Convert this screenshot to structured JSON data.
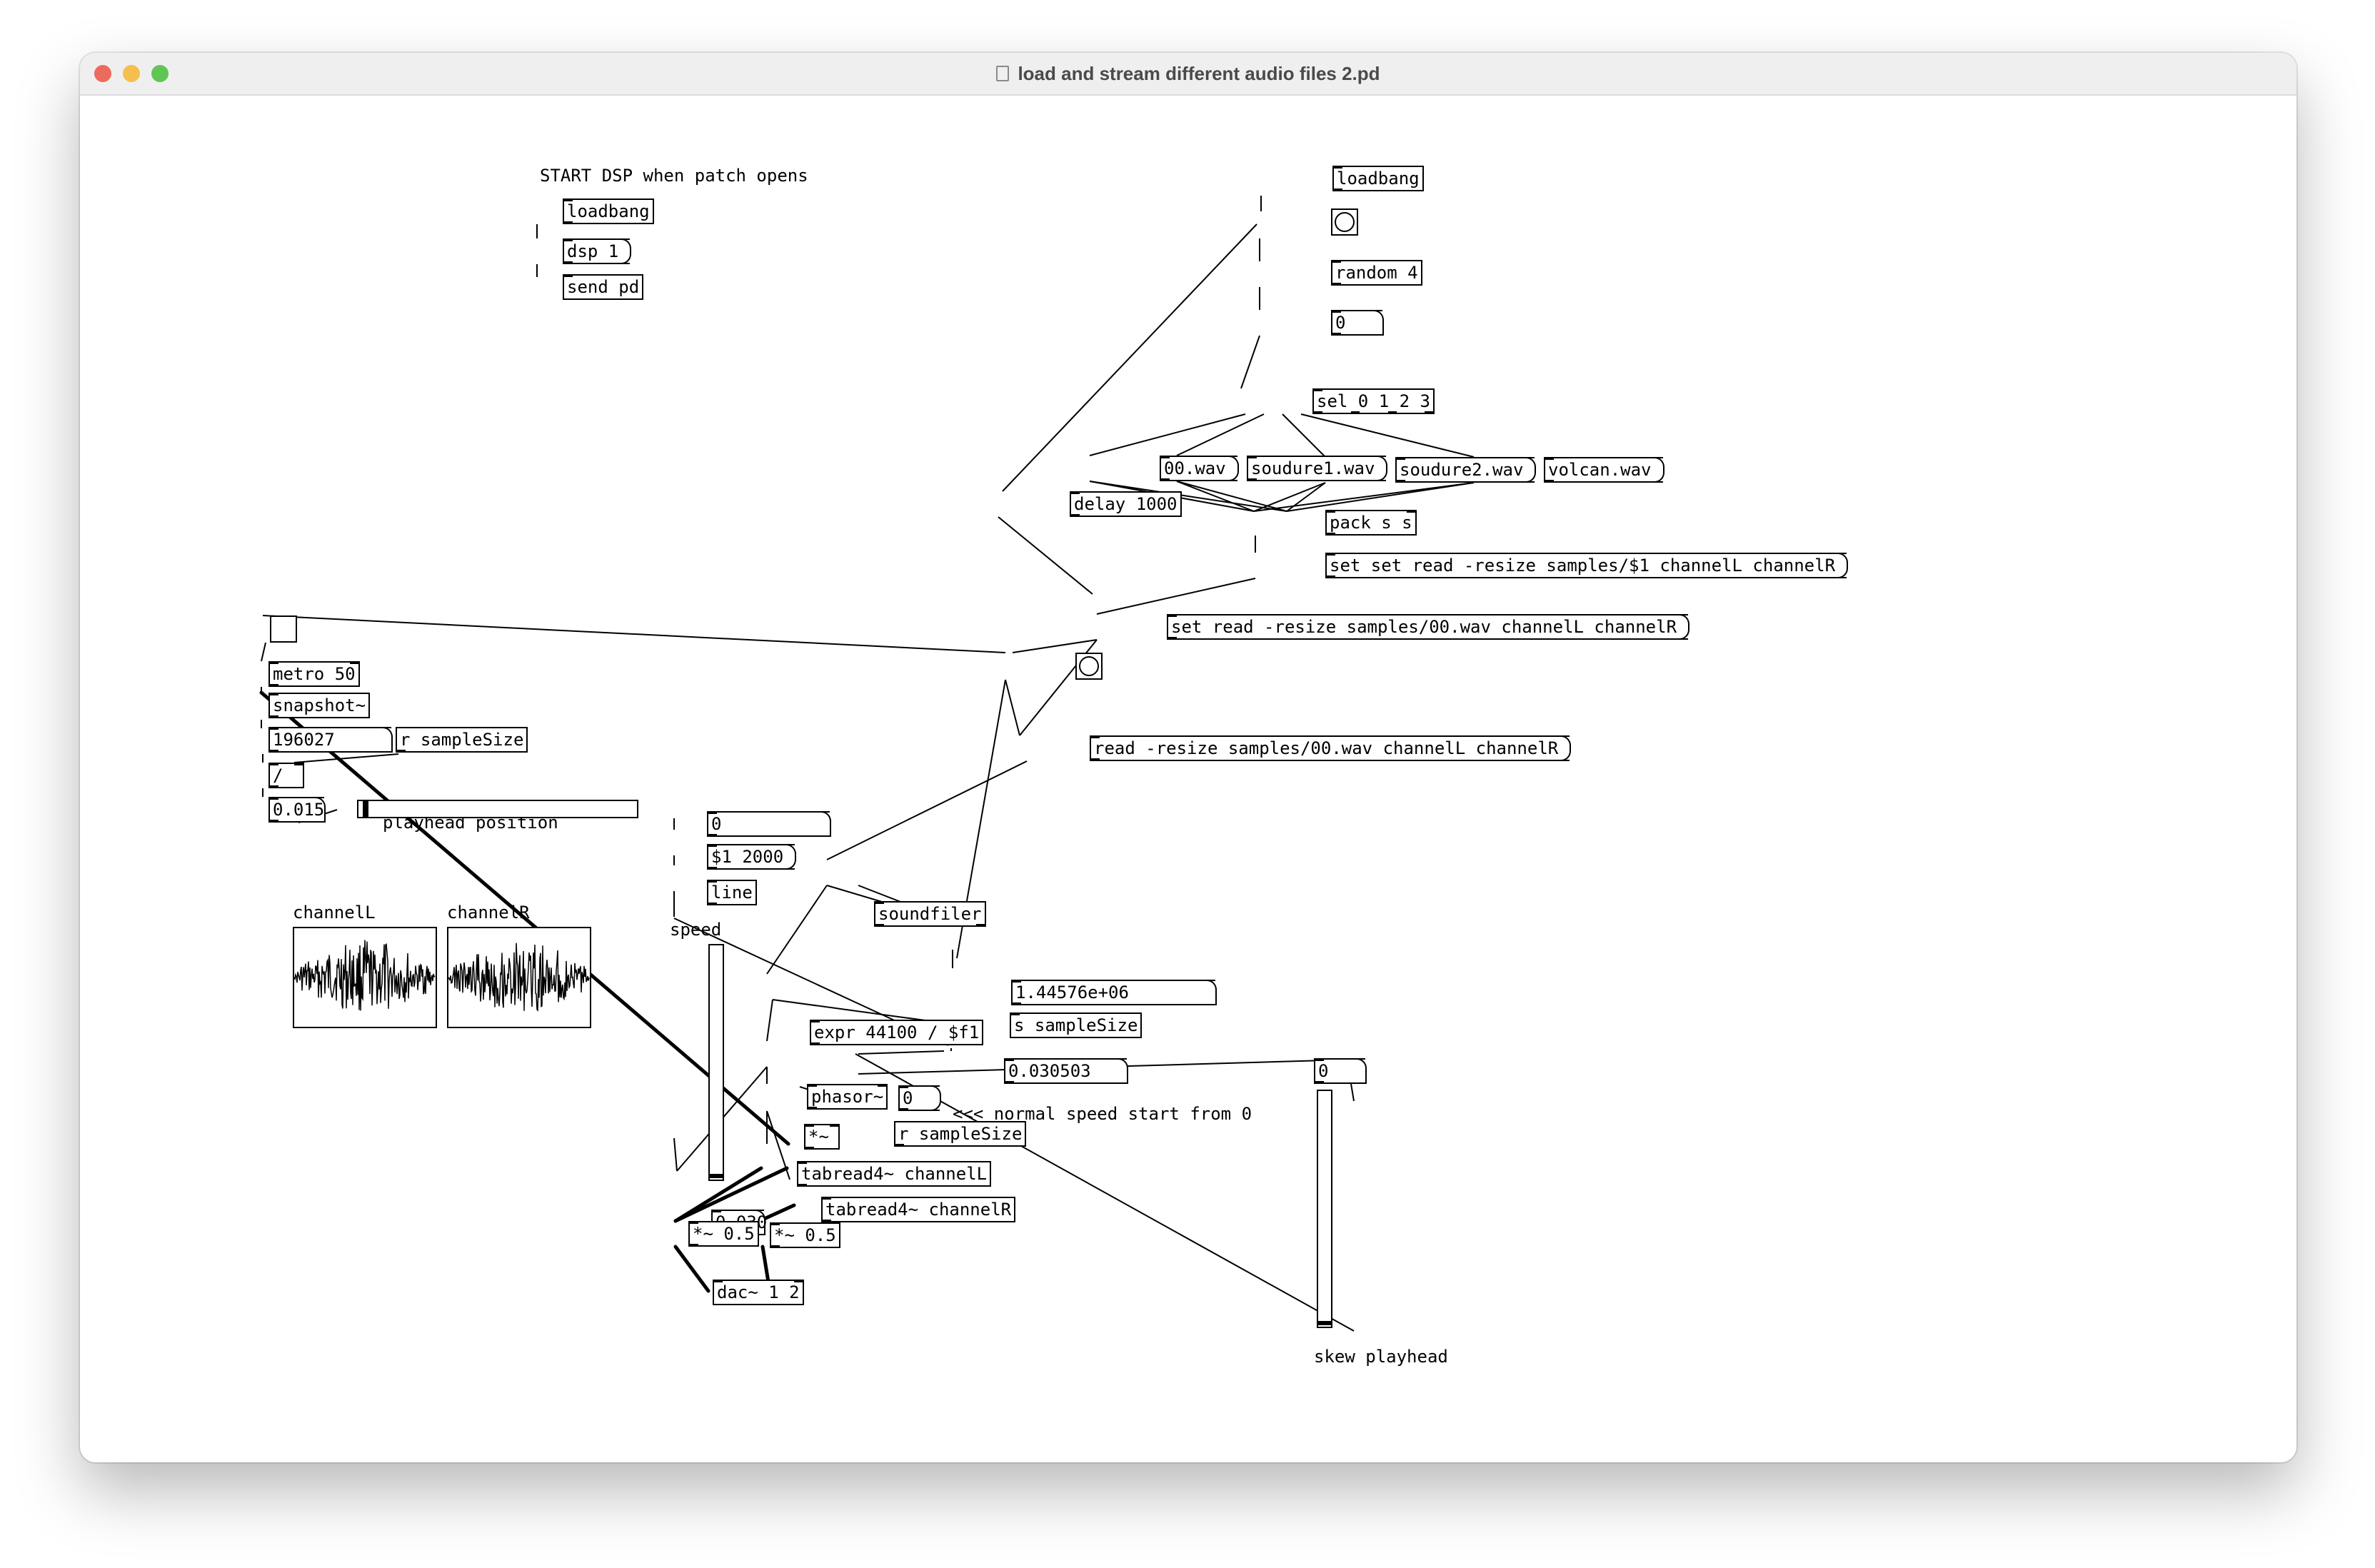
{
  "window": {
    "title": "load and stream different audio files 2.pd",
    "traffic_lights": {
      "close": "#ec6a5e",
      "minimize": "#f4bf4f",
      "maximize": "#61c554"
    },
    "file_icon": "pd-file-icon"
  },
  "comments": {
    "start_dsp": "START DSP when patch opens",
    "playhead_position": "playhead position",
    "speed": "speed",
    "normal_speed": "<<< normal speed  start from 0",
    "skew_playhead": "skew playhead",
    "array_left": "channelL",
    "array_right": "channelR"
  },
  "objects": {
    "loadbang_dsp": "loadbang",
    "send_pd": "send pd",
    "loadbang_main": "loadbang",
    "random": "random 4",
    "sel": "sel 0 1 2 3",
    "pack": "pack s s",
    "delay": "delay 1000",
    "metro": "metro 50",
    "snapshot": "snapshot~",
    "r_samplesize_1": "r sampleSize",
    "divide": "/",
    "line": "line",
    "soundfiler": "soundfiler",
    "s_samplesize": "s sampleSize",
    "expr": "expr 44100 / $f1",
    "phasor": "phasor~",
    "mult_sig": "*~",
    "r_samplesize_2": "r sampleSize",
    "tabread_l": "tabread4~ channelL",
    "tabread_r": "tabread4~ channelR",
    "gain_l": "*~ 0.5",
    "gain_r": "*~ 0.5",
    "dac": "dac~ 1 2"
  },
  "messages": {
    "dsp_on": "dsp 1",
    "file_00": "00.wav",
    "file_soudure1": "soudure1.wav",
    "file_soudure2": "soudure2.wav",
    "file_volcan": "volcan.wav",
    "set_set_read": "set set read -resize samples/$1 channelL channelR",
    "set_read": "set read -resize samples/00.wav channelL channelR",
    "read": "read -resize samples/00.wav channelL channelR",
    "ramp": "$1 2000",
    "zero_reset": "0"
  },
  "numbers": {
    "random_out": "0",
    "snapshot_out": "196027",
    "playhead_ratio": "0.015",
    "speed_input": "0",
    "file_size": "1.44576e+06",
    "phasor_freq": "0.030503",
    "speed_out": "0.030",
    "skew_value": "0"
  },
  "widgets": {
    "playhead_slider_value": 0.015,
    "speed_slider_value": 0.0,
    "skew_slider_value": 0.0
  }
}
